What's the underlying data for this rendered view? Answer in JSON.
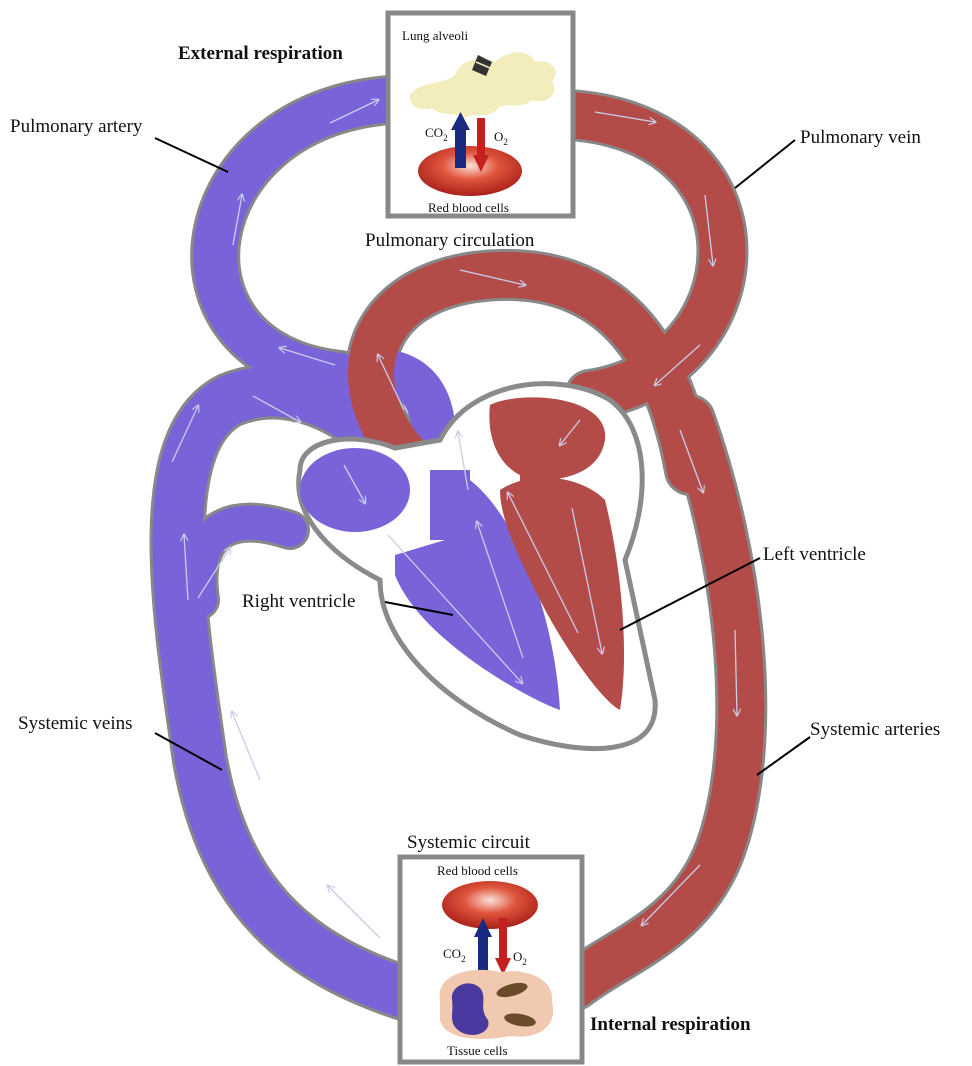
{
  "labels": {
    "external_respiration": "External respiration",
    "lung_alveoli": "Lung alveoli",
    "pulmonary_artery": "Pulmonary artery",
    "pulmonary_vein": "Pulmonary vein",
    "pulmonary_circulation": "Pulmonary circulation",
    "left_ventricle": "Left ventricle",
    "right_ventricle": "Right ventricle",
    "systemic_veins": "Systemic veins",
    "systemic_arteries": "Systemic arteries",
    "systemic_circuit": "Systemic circuit",
    "internal_respiration": "Internal respiration",
    "red_blood_cells_top": "Red blood cells",
    "red_blood_cells_bottom": "Red blood cells",
    "tissue_cells": "Tissue cells",
    "co2_top": "CO",
    "co2_top_sub": "2",
    "o2_top": "O",
    "o2_top_sub": "2",
    "co2_bottom": "CO",
    "co2_bottom_sub": "2",
    "o2_bottom": "O",
    "o2_bottom_sub": "2"
  },
  "colors": {
    "deoxygenated": "#7a63d9",
    "oxygenated": "#b34c49",
    "outline": "#8a8a8a",
    "co2_arrow": "#1a2a80",
    "o2_arrow": "#c42020",
    "alveoli": "#f3ecbc",
    "tissue": "#f1c9b0"
  }
}
